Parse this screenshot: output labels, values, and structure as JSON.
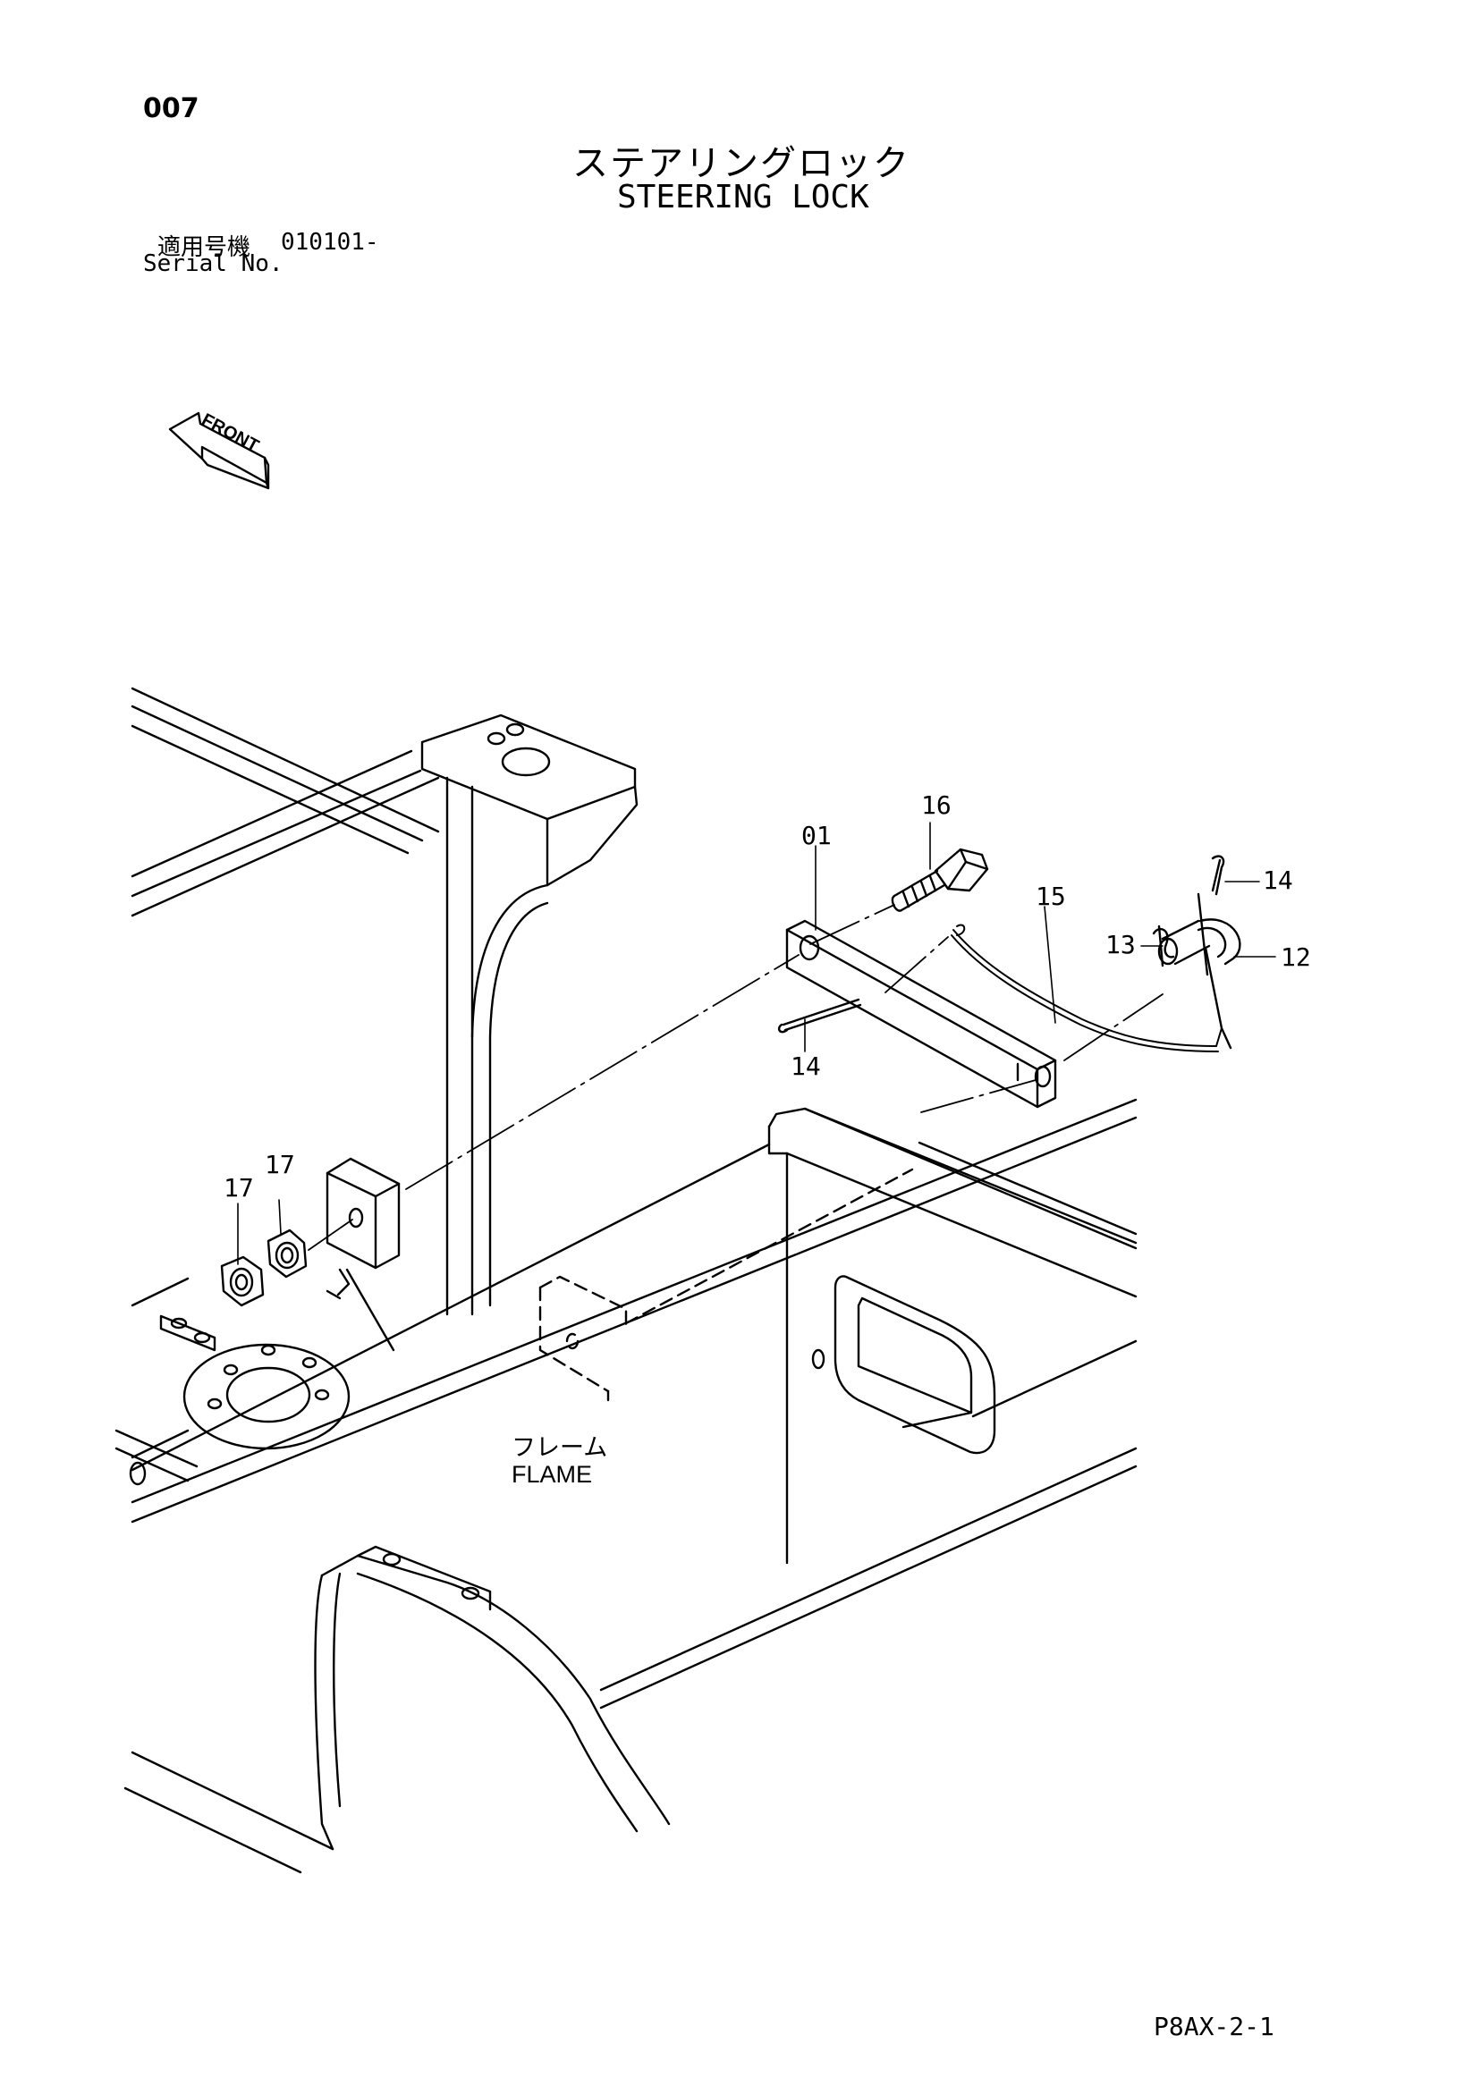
{
  "page": {
    "number": "007",
    "title_jp": "ステアリングロック",
    "title_en": "STEERING LOCK",
    "serial_label_jp": "適用号機",
    "serial_range": "010101-",
    "serial_label_en": "Serial No.",
    "footer_code": "P8AX-2-1"
  },
  "diagram": {
    "front_indicator": "FRONT",
    "frame_label_jp": "フレーム",
    "frame_label_en": "FLAME",
    "part_numbers": {
      "p01": "01",
      "p12": "12",
      "p13": "13",
      "p14_top": "14",
      "p14_mid": "14",
      "p15": "15",
      "p16": "16",
      "p17_left": "17",
      "p17_right": "17"
    }
  }
}
